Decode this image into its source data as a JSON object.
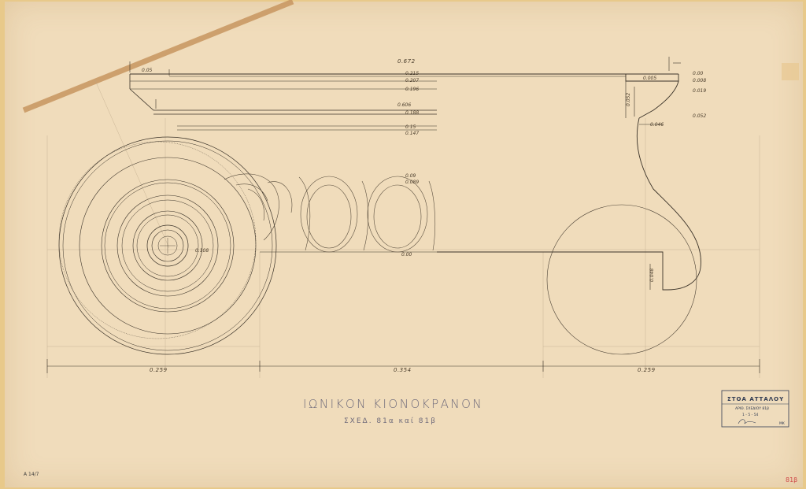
{
  "drawing": {
    "title": "ΙΩΝΙΚΟΝ ΚΙΟΝΟΚΡΑΝΟΝ",
    "subtitle": "ΣΧΕΔ. 81α  καί  81β"
  },
  "stamp": {
    "line1": "ΣΤΟΑ ΑΤΤΑΛΟΥ",
    "line2": "ΑΡΙΘ. ΣΧΕΔΙΟΥ 81β",
    "line3": "1 - 5 - 54",
    "code": "ΜΚ"
  },
  "dimensions": {
    "top_width": "0.672",
    "left_step": "0.05",
    "right_step_top": "0.005",
    "d_215": "0.215",
    "d_207": "0.207",
    "d_196": "0.196",
    "d_606": "0.606",
    "d_188": "0.188",
    "d_15": "0.15",
    "d_147": "0.147",
    "d_09": "0.09",
    "d_089": "0.089",
    "d_00": "0.00",
    "r_00": "0.00",
    "r_008": "0.008",
    "r_019": "0.019",
    "r_052": "0.052",
    "abacus_h": "0.052",
    "echinus_w": "0.046",
    "eye_r": "0.108",
    "lower_h": "0.048",
    "bottom_left": "0.259",
    "bottom_mid": "0.354",
    "bottom_right": "0.259"
  },
  "corners": {
    "bottom_left": "A 14/7",
    "bottom_right": "81β"
  }
}
